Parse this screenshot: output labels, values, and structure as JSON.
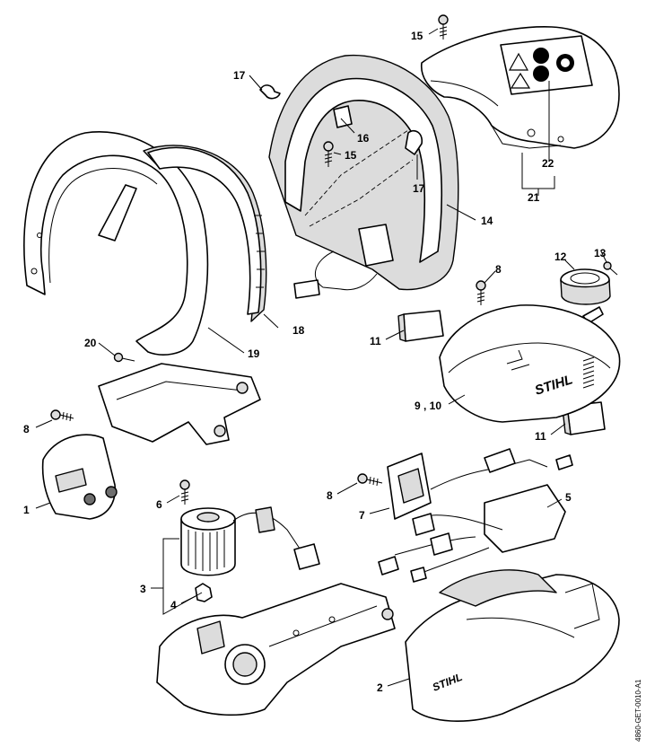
{
  "diagram": {
    "doc_id": "4860-GET-0010-A1",
    "brand_text": "STIHL",
    "callouts": [
      {
        "id": "c1",
        "label": "1"
      },
      {
        "id": "c2",
        "label": "2"
      },
      {
        "id": "c3",
        "label": "3"
      },
      {
        "id": "c4",
        "label": "4"
      },
      {
        "id": "c5",
        "label": "5"
      },
      {
        "id": "c6",
        "label": "6"
      },
      {
        "id": "c7",
        "label": "7"
      },
      {
        "id": "c8a",
        "label": "8"
      },
      {
        "id": "c8b",
        "label": "8"
      },
      {
        "id": "c8c",
        "label": "8"
      },
      {
        "id": "c910",
        "label": "9 , 10"
      },
      {
        "id": "c11a",
        "label": "11"
      },
      {
        "id": "c11b",
        "label": "11"
      },
      {
        "id": "c12",
        "label": "12"
      },
      {
        "id": "c13",
        "label": "13"
      },
      {
        "id": "c14",
        "label": "14"
      },
      {
        "id": "c15a",
        "label": "15"
      },
      {
        "id": "c15b",
        "label": "15"
      },
      {
        "id": "c16",
        "label": "16"
      },
      {
        "id": "c17a",
        "label": "17"
      },
      {
        "id": "c17b",
        "label": "17"
      },
      {
        "id": "c18",
        "label": "18"
      },
      {
        "id": "c19",
        "label": "19"
      },
      {
        "id": "c20",
        "label": "20"
      },
      {
        "id": "c21",
        "label": "21"
      },
      {
        "id": "c22",
        "label": "22"
      }
    ]
  }
}
